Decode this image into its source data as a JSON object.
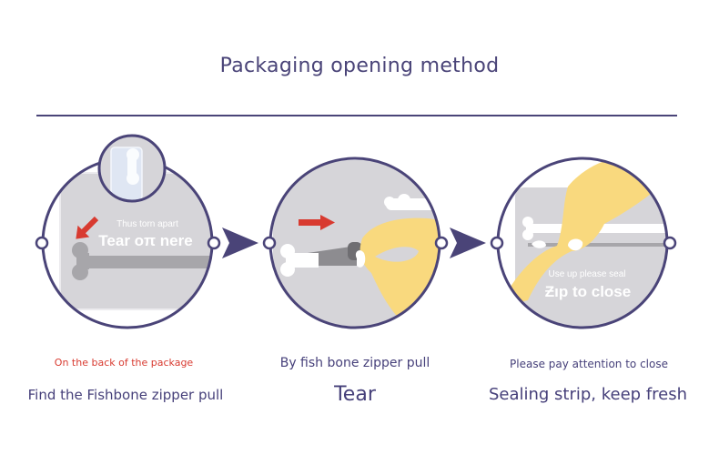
{
  "title": "Packaging opening method",
  "colors": {
    "primary": "#4a4478",
    "accent_red": "#d83a30",
    "package_gray": "#d6d5d9",
    "bone_gray": "#a7a6aa",
    "hand_yellow": "#f9d97e"
  },
  "steps": [
    {
      "panel_top_text": "Thus torn apart",
      "panel_big_text": "Tear oπ nere",
      "caption_small": "On the back of the package",
      "caption_main": "Find the Fishbone zipper pull"
    },
    {
      "caption_small": "By fish bone zipper pull",
      "caption_main": "Tear"
    },
    {
      "panel_top_text": "Use up please seal",
      "panel_big_text": "Ƶıp to close",
      "caption_small": "Please pay attention to close",
      "caption_main": "Sealing strip, keep fresh"
    }
  ]
}
